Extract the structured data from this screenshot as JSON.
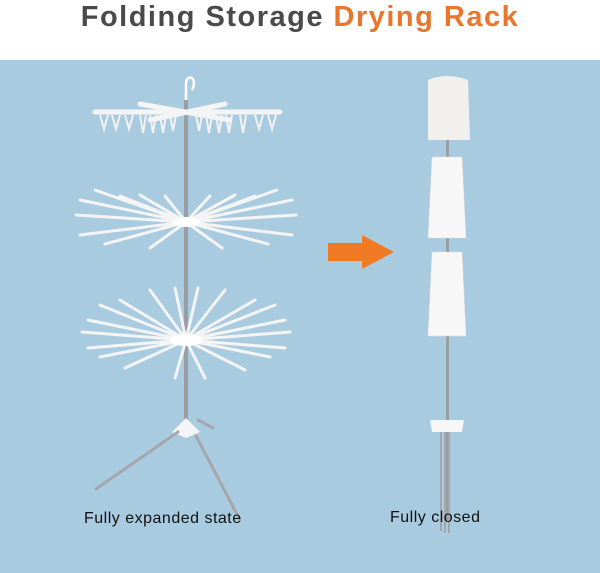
{
  "title": {
    "part1": "Folding Storage",
    "part2": "Drying Rack",
    "colors": {
      "part1": "#4a4a4a",
      "part2": "#e8762c"
    }
  },
  "panel": {
    "background": "#a9cbe0"
  },
  "left_product": {
    "caption": "Fully expanded state",
    "tiers": 3,
    "legs": 3
  },
  "arrow": {
    "icon": "arrow-right-icon",
    "color": "#f07a23"
  },
  "right_product": {
    "caption": "Fully closed"
  }
}
